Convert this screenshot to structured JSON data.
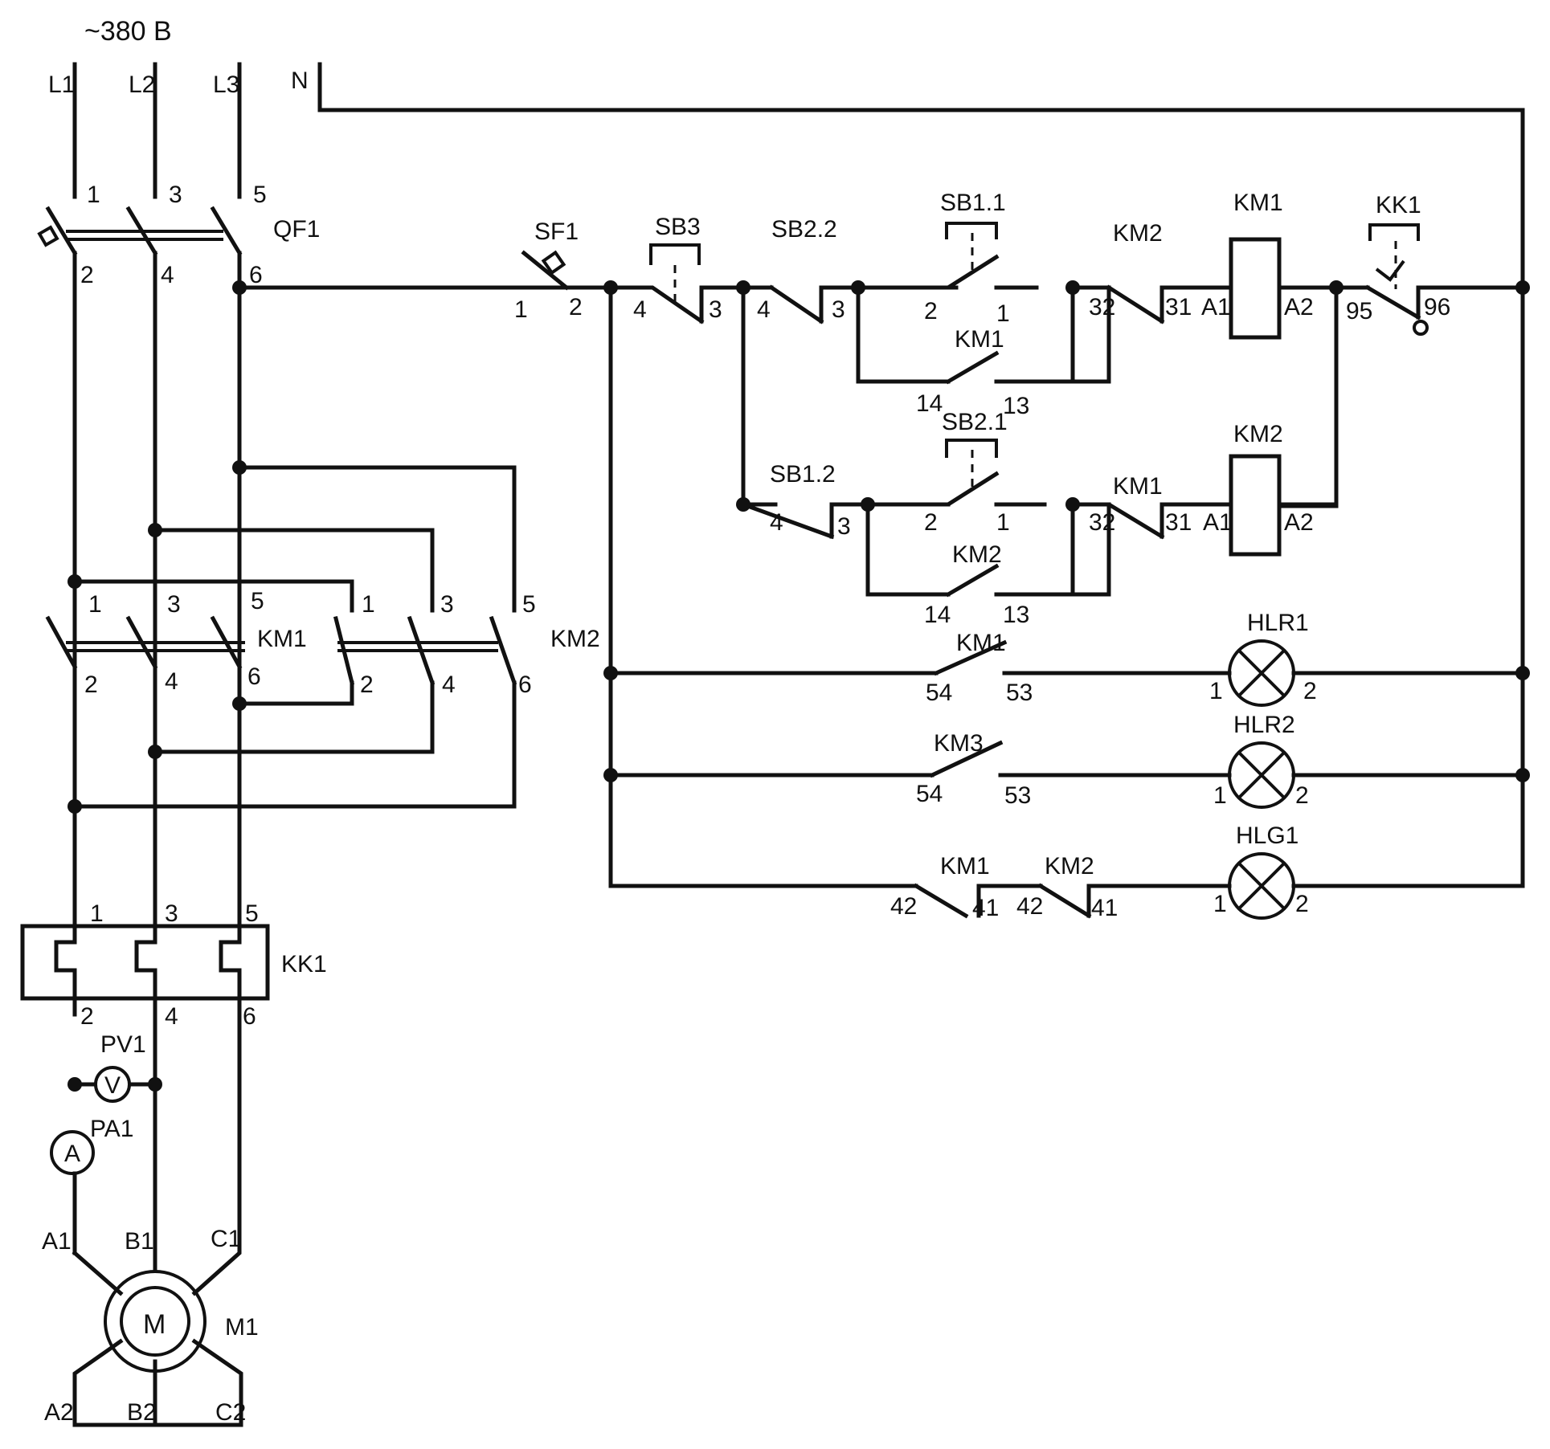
{
  "supply": {
    "voltage": "~380 В",
    "phases": [
      "L1",
      "L2",
      "L3"
    ],
    "neutral": "N"
  },
  "qf1": {
    "label": "QF1",
    "top": [
      "1",
      "3",
      "5"
    ],
    "bottom": [
      "2",
      "4",
      "6"
    ]
  },
  "km1_main": {
    "label": "KM1",
    "top": [
      "1",
      "3",
      "5"
    ],
    "bottom": [
      "2",
      "4",
      "6"
    ]
  },
  "km2_main": {
    "label": "KM2",
    "top": [
      "1",
      "3",
      "5"
    ],
    "bottom": [
      "2",
      "4",
      "6"
    ]
  },
  "kk1_heater": {
    "label": "KK1",
    "top": [
      "1",
      "3",
      "5"
    ],
    "bottom": [
      "2",
      "4",
      "6"
    ]
  },
  "meters": {
    "voltmeter": "PV1",
    "voltmeter_symbol": "V",
    "ammeter": "PA1",
    "ammeter_symbol": "A"
  },
  "motor": {
    "label": "M1",
    "symbol": "M",
    "top": [
      "A1",
      "B1",
      "C1"
    ],
    "bottom": [
      "A2",
      "B2",
      "C2"
    ]
  },
  "control": {
    "sf1": {
      "label": "SF1",
      "t1": "1",
      "t2": "2"
    },
    "sb3": {
      "label": "SB3",
      "t1": "4",
      "t2": "3"
    },
    "sb2_2": {
      "label": "SB2.2",
      "t1": "4",
      "t2": "3"
    },
    "sb1_1": {
      "label": "SB1.1",
      "t1": "2",
      "t2": "1"
    },
    "km1_hold": {
      "label": "KM1",
      "t1": "14",
      "t2": "13"
    },
    "km2_nc": {
      "label": "KM2",
      "t1": "32",
      "t2": "31"
    },
    "km1_coil": {
      "label": "KM1",
      "a1": "A1",
      "a2": "A2"
    },
    "kk1_nc": {
      "label": "KK1",
      "t1": "95",
      "t2": "96"
    },
    "sb1_2": {
      "label": "SB1.2",
      "t1": "4",
      "t2": "3"
    },
    "sb2_1": {
      "label": "SB2.1",
      "t1": "2",
      "t2": "1"
    },
    "km2_hold": {
      "label": "KM2",
      "t1": "14",
      "t2": "13"
    },
    "km1_nc": {
      "label": "KM1",
      "t1": "32",
      "t2": "31"
    },
    "km2_coil": {
      "label": "KM2",
      "a1": "A1",
      "a2": "A2"
    },
    "hlr1_contact": {
      "label": "KM1",
      "t1": "54",
      "t2": "53"
    },
    "hlr1": {
      "label": "HLR1",
      "t1": "1",
      "t2": "2"
    },
    "hlr2_contact": {
      "label": "KM3",
      "t1": "54",
      "t2": "53"
    },
    "hlr2": {
      "label": "HLR2",
      "t1": "1",
      "t2": "2"
    },
    "hlg1_km1": {
      "label": "KM1",
      "t1": "42",
      "t2": "41"
    },
    "hlg1_km2": {
      "label": "KM2",
      "t1": "42",
      "t2": "41"
    },
    "hlg1": {
      "label": "HLG1",
      "t1": "1",
      "t2": "2"
    }
  }
}
